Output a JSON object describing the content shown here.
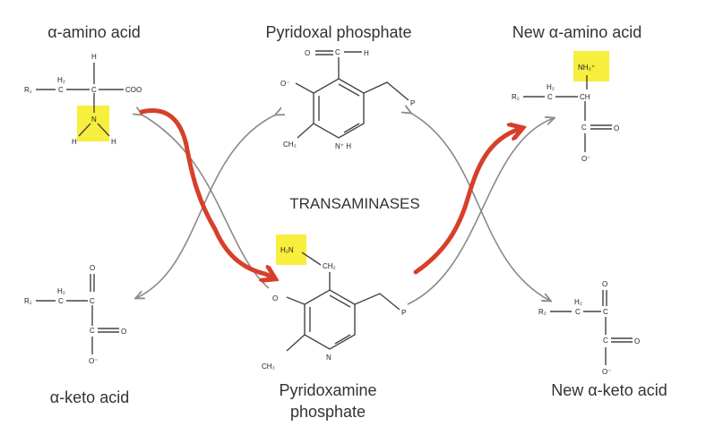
{
  "labels": {
    "amino_acid": "α-amino acid",
    "pyridoxal_phosphate": "Pyridoxal phosphate",
    "new_amino_acid": "New α-amino acid",
    "center": "TRANSAMINASES",
    "keto_acid": "α-keto acid",
    "pyridoxamine_line1": "Pyridoxamine",
    "pyridoxamine_line2": "phosphate",
    "new_keto_acid": "New α-keto acid"
  },
  "atoms": {
    "r1": "R₁",
    "r2": "R₂",
    "h": "H",
    "h2": "H₂",
    "c": "C",
    "ch": "CH",
    "coo": "COO",
    "n": "N",
    "o_minus": "O⁻",
    "o": "O",
    "p": "P",
    "ch3": "CH₃",
    "ch2": "CH₂",
    "h2n": "H₂N",
    "nh3_plus": "NH₃⁺",
    "n_plus_h": "N⁺ H"
  },
  "colors": {
    "highlight": "#f7ee3d",
    "red_arrow": "#d6402a",
    "gray_arrow": "#8a8a8a",
    "text": "#333333"
  }
}
